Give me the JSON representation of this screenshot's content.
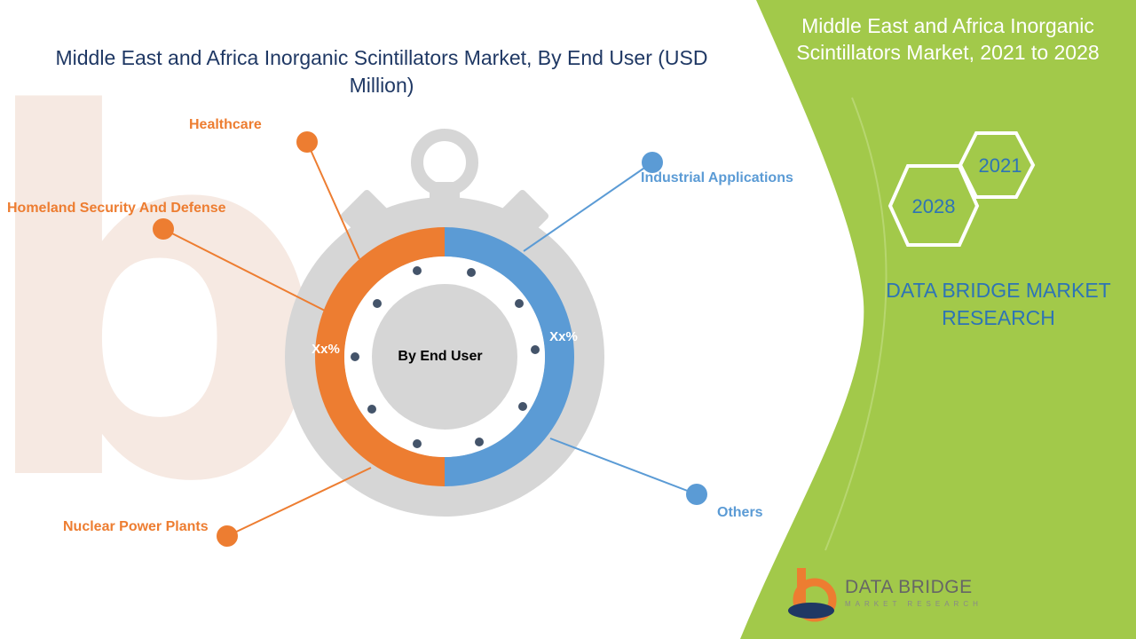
{
  "title": "Middle East and Africa Inorganic Scintillators Market, By End User (USD Million)",
  "side_panel": {
    "title": "Middle East and Africa Inorganic Scintillators Market, 2021 to 2028",
    "year_start": "2021",
    "year_end": "2028",
    "brand": "DATA BRIDGE MARKET RESEARCH"
  },
  "logo": {
    "name": "DATA BRIDGE",
    "tagline": "MARKET RESEARCH"
  },
  "colors": {
    "orange": "#ed7d31",
    "blue": "#5b9bd5",
    "green": "#a2c94a",
    "navy": "#1f3864",
    "gray": "#d6d6d6"
  },
  "chart_data": {
    "type": "pie",
    "center_label": "By End User",
    "segments": [
      {
        "side": "left",
        "color": "#ed7d31",
        "label": "Xx%"
      },
      {
        "side": "right",
        "color": "#5b9bd5",
        "label": "Xx%"
      }
    ],
    "categories": [
      {
        "name": "Healthcare",
        "color": "#ed7d31"
      },
      {
        "name": "Homeland Security And Defense",
        "color": "#ed7d31"
      },
      {
        "name": "Nuclear Power Plants",
        "color": "#ed7d31"
      },
      {
        "name": "Industrial Applications",
        "color": "#5b9bd5"
      },
      {
        "name": "Others",
        "color": "#5b9bd5"
      }
    ]
  }
}
